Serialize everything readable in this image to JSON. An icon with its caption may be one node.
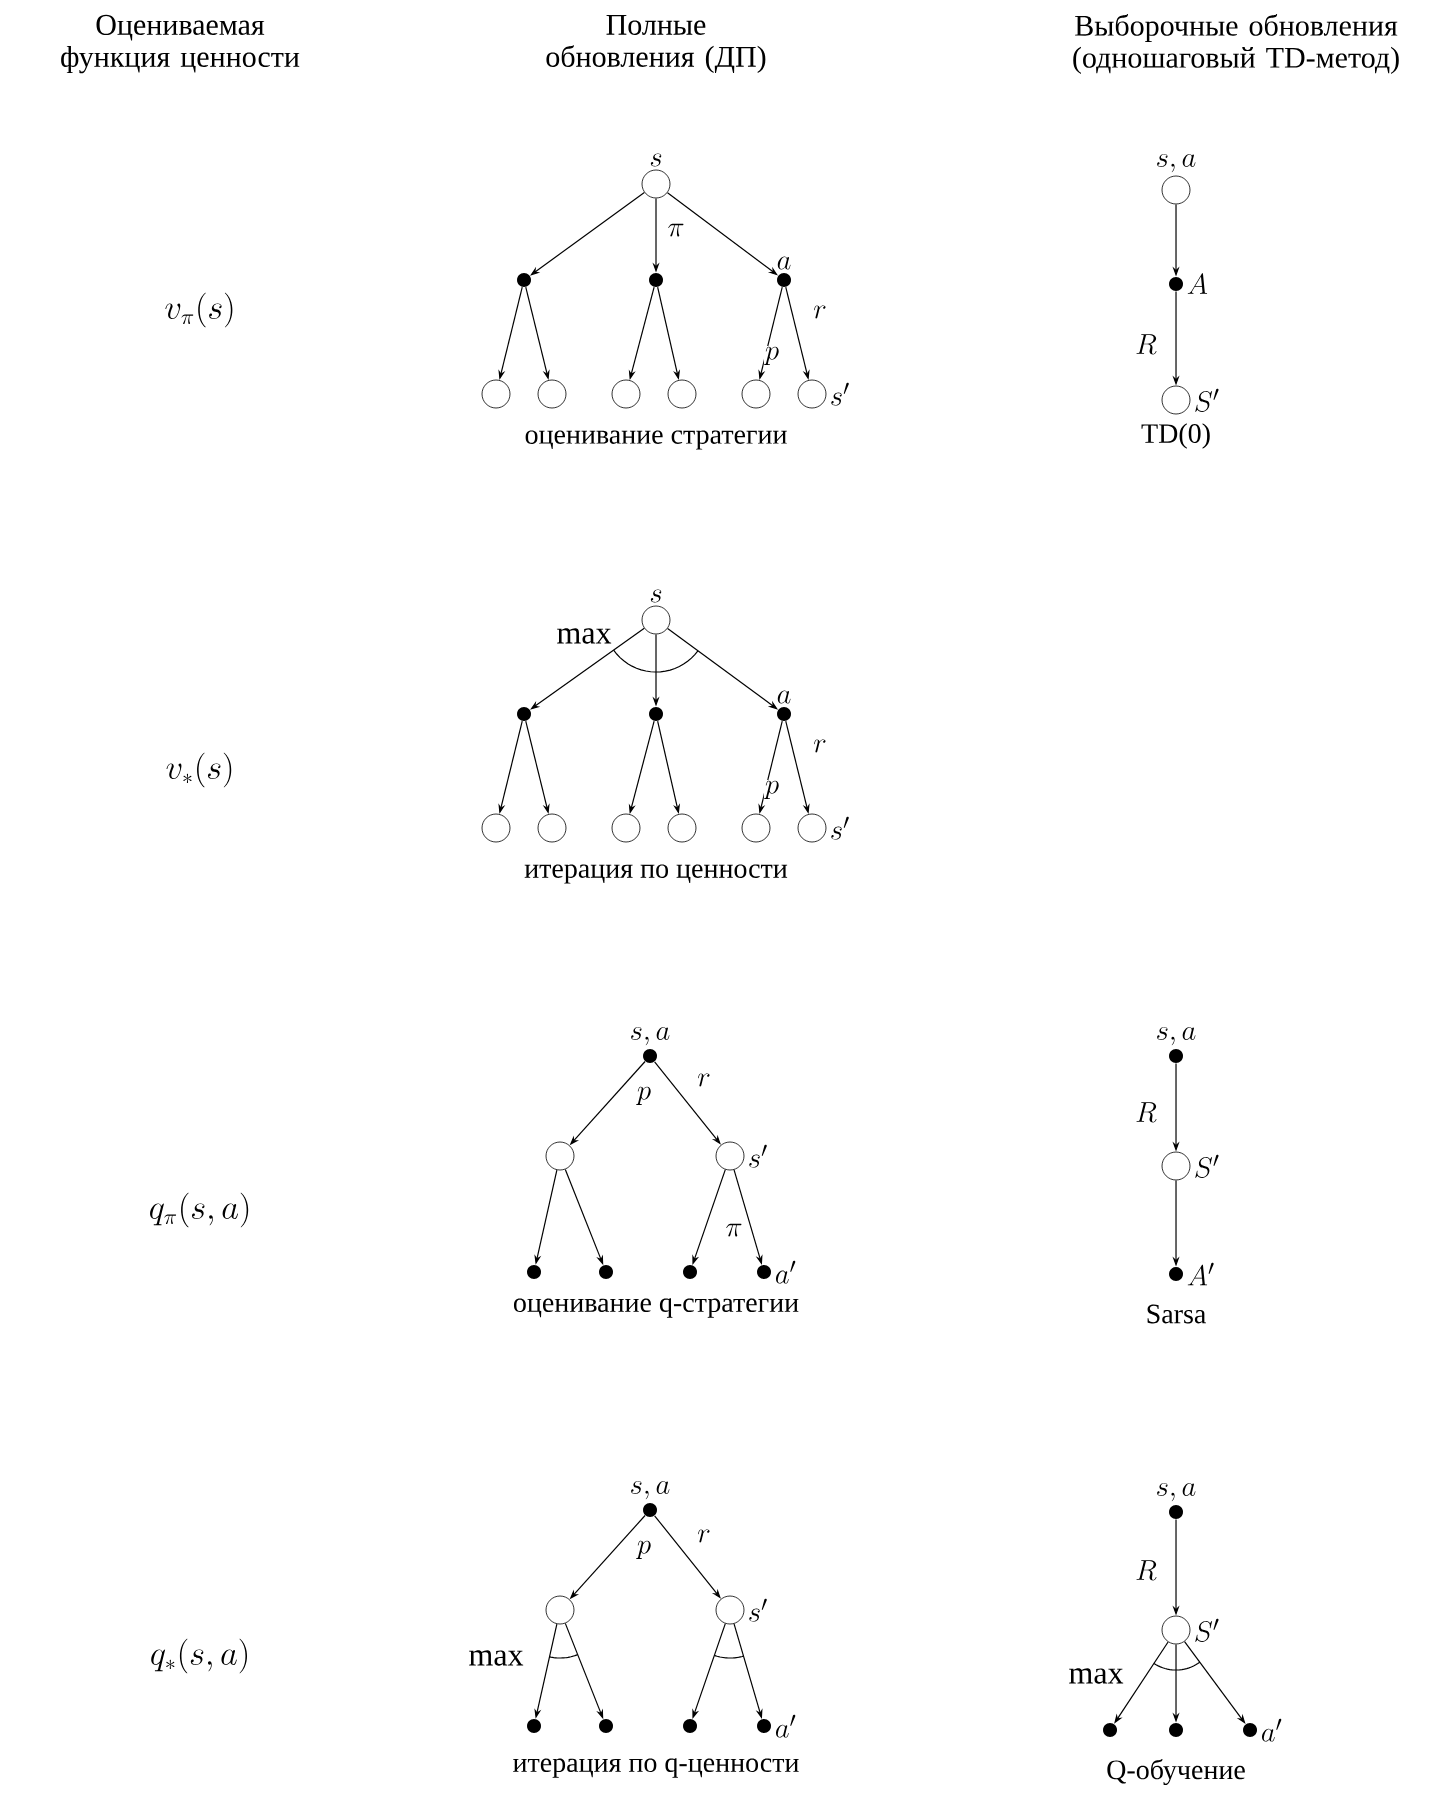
{
  "diagram": {
    "nodes": [
      {
        "text": [],
        "shape": "circle",
        "beside": [
          "s"
        ]
      },
      {
        "text": [],
        "shape": "dot"
      },
      {
        "text": [],
        "shape": "dot"
      },
      {
        "text": [],
        "shape": "dot",
        "beside": [
          "a"
        ]
      },
      {
        "text": [],
        "shape": "circle"
      },
      {
        "text": [],
        "shape": "circle"
      },
      {
        "text": [],
        "shape": "circle"
      },
      {
        "text": [],
        "shape": "circle"
      },
      {
        "text": [],
        "shape": "circle"
      },
      {
        "text": [],
        "shape": "circle",
        "beside": [
          "s'"
        ]
      },
      {
        "text": [],
        "shape": "circle",
        "beside": [
          "s"
        ]
      },
      {
        "text": [],
        "shape": "dot"
      },
      {
        "text": [],
        "shape": "dot"
      },
      {
        "text": [],
        "shape": "dot",
        "beside": [
          "a"
        ]
      },
      {
        "text": [],
        "shape": "circle"
      },
      {
        "text": [],
        "shape": "circle"
      },
      {
        "text": [],
        "shape": "circle"
      },
      {
        "text": [],
        "shape": "circle"
      },
      {
        "text": [],
        "shape": "circle"
      },
      {
        "text": [],
        "shape": "circle",
        "beside": [
          "s'"
        ]
      },
      {
        "text": [],
        "shape": "dot",
        "beside": [
          "s, a"
        ]
      },
      {
        "text": [],
        "shape": "circle"
      },
      {
        "text": [],
        "shape": "circle",
        "beside": [
          "s'"
        ]
      },
      {
        "text": [],
        "shape": "dot"
      },
      {
        "text": [],
        "shape": "dot"
      },
      {
        "text": [],
        "shape": "dot"
      },
      {
        "text": [],
        "shape": "dot",
        "beside": [
          "a'"
        ]
      },
      {
        "text": [],
        "shape": "dot",
        "beside": [
          "s, a"
        ]
      },
      {
        "text": [],
        "shape": "circle"
      },
      {
        "text": [],
        "shape": "circle",
        "beside": [
          "s'"
        ]
      },
      {
        "text": [],
        "shape": "dot"
      },
      {
        "text": [],
        "shape": "dot"
      },
      {
        "text": [],
        "shape": "dot"
      },
      {
        "text": [],
        "shape": "dot",
        "beside": [
          "a'"
        ]
      },
      {
        "text": [],
        "shape": "circle",
        "beside": [
          "s, a"
        ]
      },
      {
        "text": [],
        "shape": "dot",
        "beside": [
          "A"
        ]
      },
      {
        "text": [],
        "shape": "circle",
        "beside": [
          "S'"
        ]
      },
      {
        "text": [],
        "shape": "dot",
        "beside": [
          "s, a"
        ]
      },
      {
        "text": [],
        "shape": "circle",
        "beside": [
          "S'"
        ]
      },
      {
        "text": [],
        "shape": "dot",
        "beside": [
          "A'"
        ]
      },
      {
        "text": [],
        "shape": "dot",
        "beside": [
          "s, a"
        ]
      },
      {
        "text": [],
        "shape": "circle",
        "beside": [
          "S'"
        ]
      },
      {
        "text": [],
        "shape": "dot"
      },
      {
        "text": [],
        "shape": "dot"
      },
      {
        "text": [],
        "shape": "dot",
        "beside": [
          "a'"
        ]
      }
    ],
    "edges": [
      {
        "from": 0,
        "to": 1,
        "arrow": "to"
      },
      {
        "from": 0,
        "to": 2,
        "arrow": "to",
        "label": "\\pi"
      },
      {
        "from": 0,
        "to": 3,
        "arrow": "to"
      },
      {
        "from": 1,
        "to": 4,
        "arrow": "to"
      },
      {
        "from": 1,
        "to": 5,
        "arrow": "to"
      },
      {
        "from": 2,
        "to": 6,
        "arrow": "to"
      },
      {
        "from": 2,
        "to": 7,
        "arrow": "to"
      },
      {
        "from": 3,
        "to": 8,
        "arrow": "to",
        "label": "p"
      },
      {
        "from": 3,
        "to": 9,
        "arrow": "to",
        "label": "r"
      },
      {
        "from": 10,
        "to": 11,
        "arrow": "to"
      },
      {
        "from": 10,
        "to": 12,
        "arrow": "to"
      },
      {
        "from": 10,
        "to": 13,
        "arrow": "to"
      },
      {
        "from": 11,
        "to": 14,
        "arrow": "to"
      },
      {
        "from": 11,
        "to": 15,
        "arrow": "to"
      },
      {
        "from": 12,
        "to": 16,
        "arrow": "to"
      },
      {
        "from": 12,
        "to": 17,
        "arrow": "to"
      },
      {
        "from": 13,
        "to": 18,
        "arrow": "to",
        "label": "p"
      },
      {
        "from": 13,
        "to": 19,
        "arrow": "to",
        "label": "r"
      },
      {
        "from": 20,
        "to": 21,
        "arrow": "to",
        "label": "p"
      },
      {
        "from": 20,
        "to": 22,
        "arrow": "to",
        "label": "r"
      },
      {
        "from": 21,
        "to": 23,
        "arrow": "to"
      },
      {
        "from": 21,
        "to": 24,
        "arrow": "to"
      },
      {
        "from": 22,
        "to": 25,
        "arrow": "to",
        "label": "\\pi"
      },
      {
        "from": 22,
        "to": 26,
        "arrow": "to"
      },
      {
        "from": 27,
        "to": 28,
        "arrow": "to",
        "label": "p"
      },
      {
        "from": 27,
        "to": 29,
        "arrow": "to",
        "label": "r"
      },
      {
        "from": 28,
        "to": 30,
        "arrow": "to"
      },
      {
        "from": 28,
        "to": 31,
        "arrow": "to"
      },
      {
        "from": 29,
        "to": 32,
        "arrow": "to"
      },
      {
        "from": 29,
        "to": 33,
        "arrow": "to"
      },
      {
        "from": 34,
        "to": 35,
        "arrow": "to"
      },
      {
        "from": 35,
        "to": 36,
        "arrow": "to",
        "label": "R"
      },
      {
        "from": 37,
        "to": 38,
        "arrow": "to",
        "label": "R"
      },
      {
        "from": 38,
        "to": 39,
        "arrow": "to"
      },
      {
        "from": 40,
        "to": 41,
        "arrow": "to",
        "label": "R"
      },
      {
        "from": 41,
        "to": 42,
        "arrow": "to"
      },
      {
        "from": 41,
        "to": 43,
        "arrow": "to"
      },
      {
        "from": 41,
        "to": 44,
        "arrow": "to"
      }
    ],
    "labels": [
      "Оцениваемая функция ценности",
      "Полные обновления (ДП)",
      "Выборочные обновления (одношаговый TD-метод)",
      "v_\\pi(s)",
      "оценивание стратегии",
      "TD(0)",
      "max",
      "v_*(s)",
      "итерация по ценности",
      "q_\\pi(s, a)",
      "оценивание q-стратегии",
      "Sarsa",
      "q_*(s, a)",
      "max",
      "max",
      "итерация по q-ценности",
      "Q-обучение"
    ]
  }
}
